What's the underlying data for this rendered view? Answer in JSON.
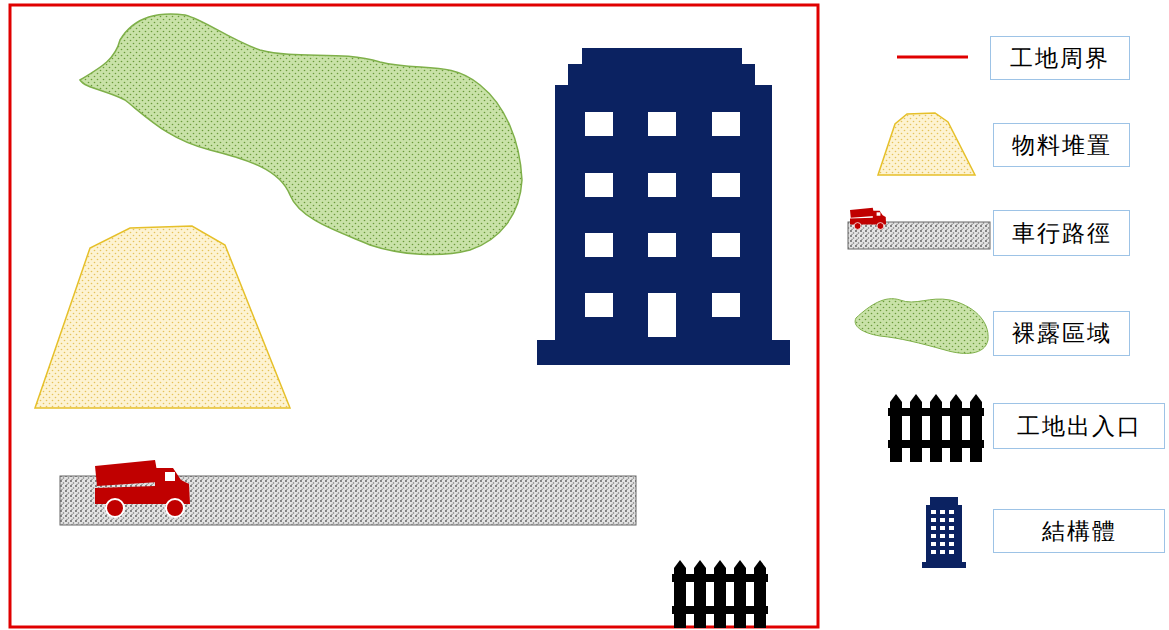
{
  "diagram": {
    "legend": [
      {
        "text": "工地周界"
      },
      {
        "text": "物料堆置"
      },
      {
        "text": "車行路徑"
      },
      {
        "text": "裸露區域"
      },
      {
        "text": "工地出入口"
      },
      {
        "text": "結構體"
      }
    ]
  }
}
